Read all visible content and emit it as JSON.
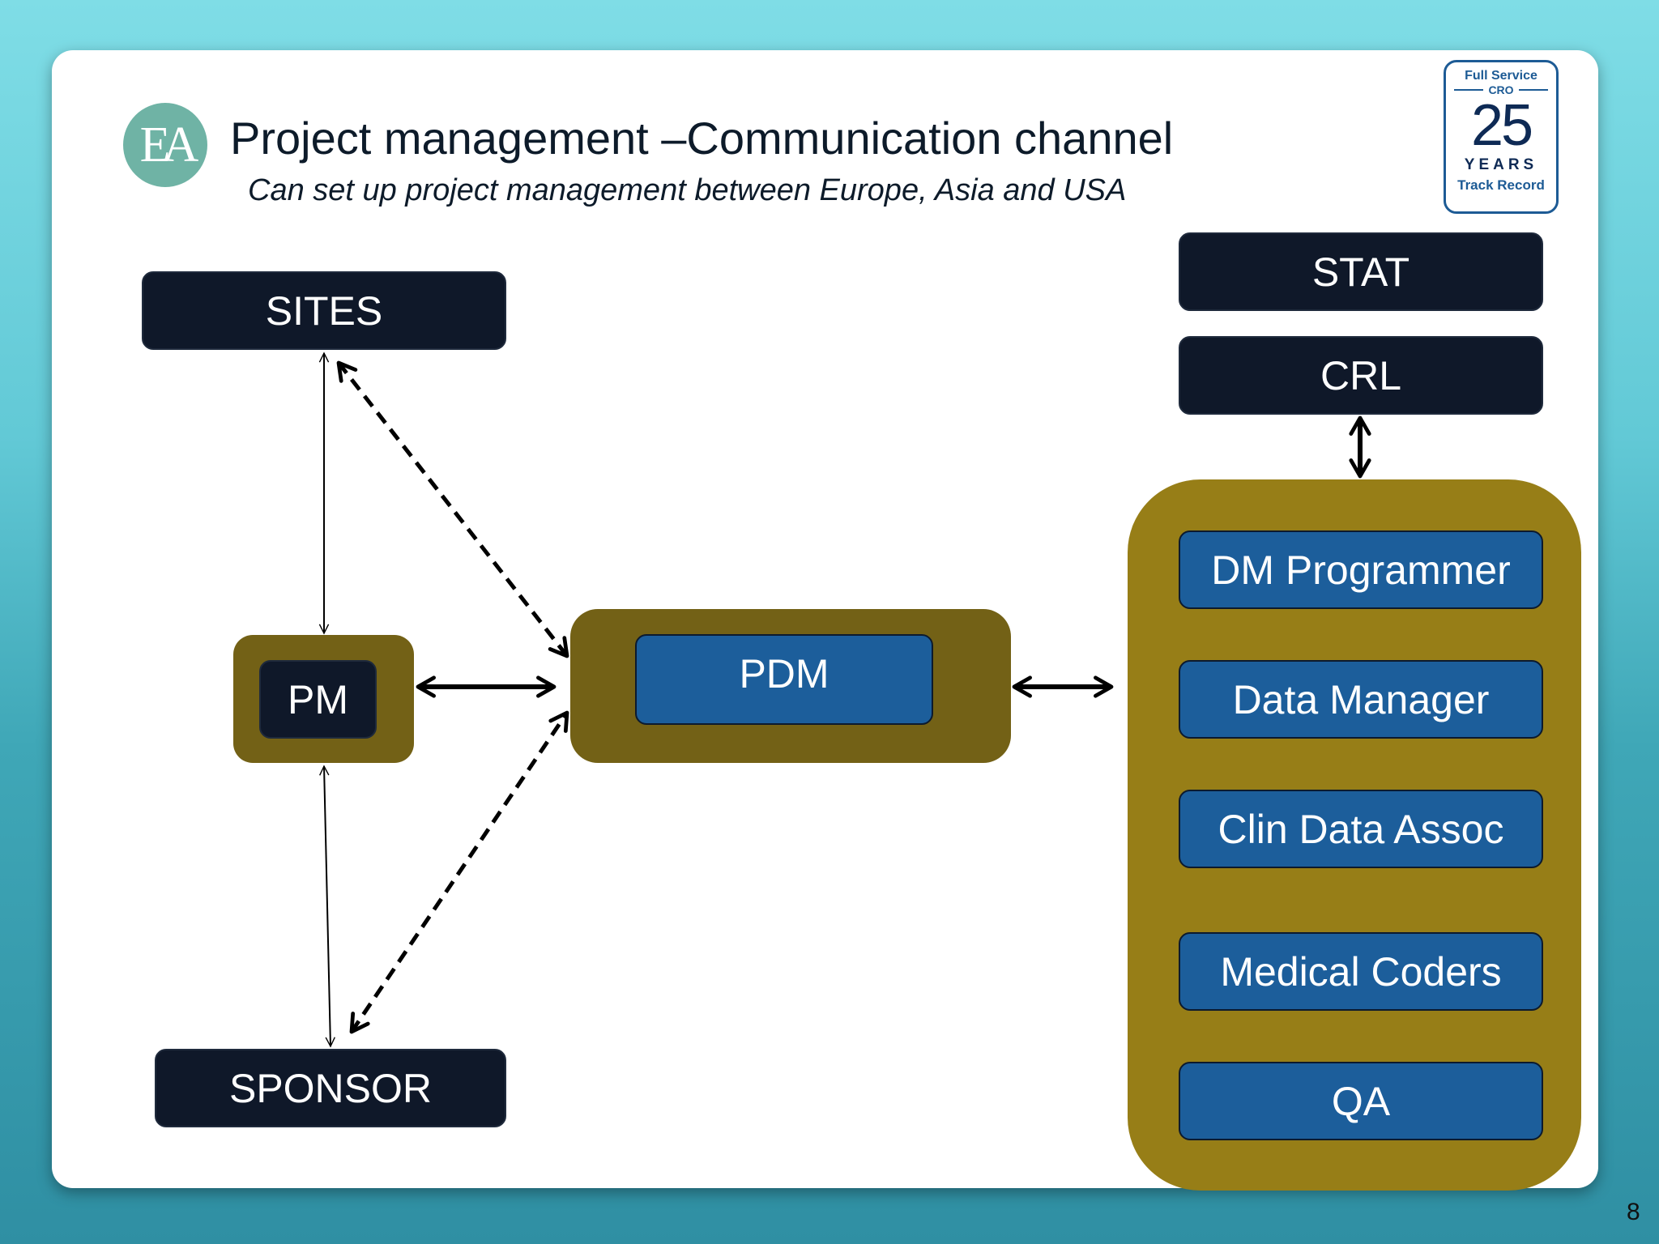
{
  "header": {
    "logo_text": "EA",
    "title": "Project management –Communication channel",
    "subtitle": "Can set up project management between Europe, Asia and USA"
  },
  "badge": {
    "line1": "Full Service",
    "line2": "CRO",
    "number": "25",
    "years": "YEARS",
    "track": "Track Record"
  },
  "diagram": {
    "sites": "SITES",
    "pm": "PM",
    "sponsor": "SPONSOR",
    "pdm": "PDM",
    "stat": "STAT",
    "crl": "CRL",
    "team": [
      "DM Programmer",
      "Data Manager",
      "Clin Data Assoc",
      "Medical Coders",
      "QA"
    ]
  },
  "colors": {
    "dark_box": "#0f1829",
    "blue_box": "#1c5e9b",
    "olive_pm_pdm": "#736116",
    "olive_team": "#977e17"
  },
  "page_number": "8"
}
